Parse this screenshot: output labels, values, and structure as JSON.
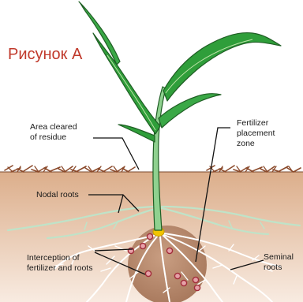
{
  "figure": {
    "title": "Рисунок А"
  },
  "labels": {
    "area_cleared": [
      "Area cleared",
      "of residue"
    ],
    "fertilizer_zone": [
      "Fertilizer",
      "placement",
      "zone"
    ],
    "nodal_roots": "Nodal roots",
    "interception": [
      "Interception of",
      "fertilizer and roots"
    ],
    "seminal_roots": [
      "Seminal",
      "roots"
    ]
  },
  "colors": {
    "title": "#c0392b",
    "soil": "#dcae8b",
    "residue": "#8b4a2b",
    "leaf": "#2f9e3a",
    "leaf_dark": "#1f7a2a",
    "nodal_roots": "#bfe3c8",
    "seminal_roots": "#ffffff",
    "fertilizer_zone": "#b98c70",
    "granule": "#e6a1a8",
    "seed": "#f2c400"
  }
}
